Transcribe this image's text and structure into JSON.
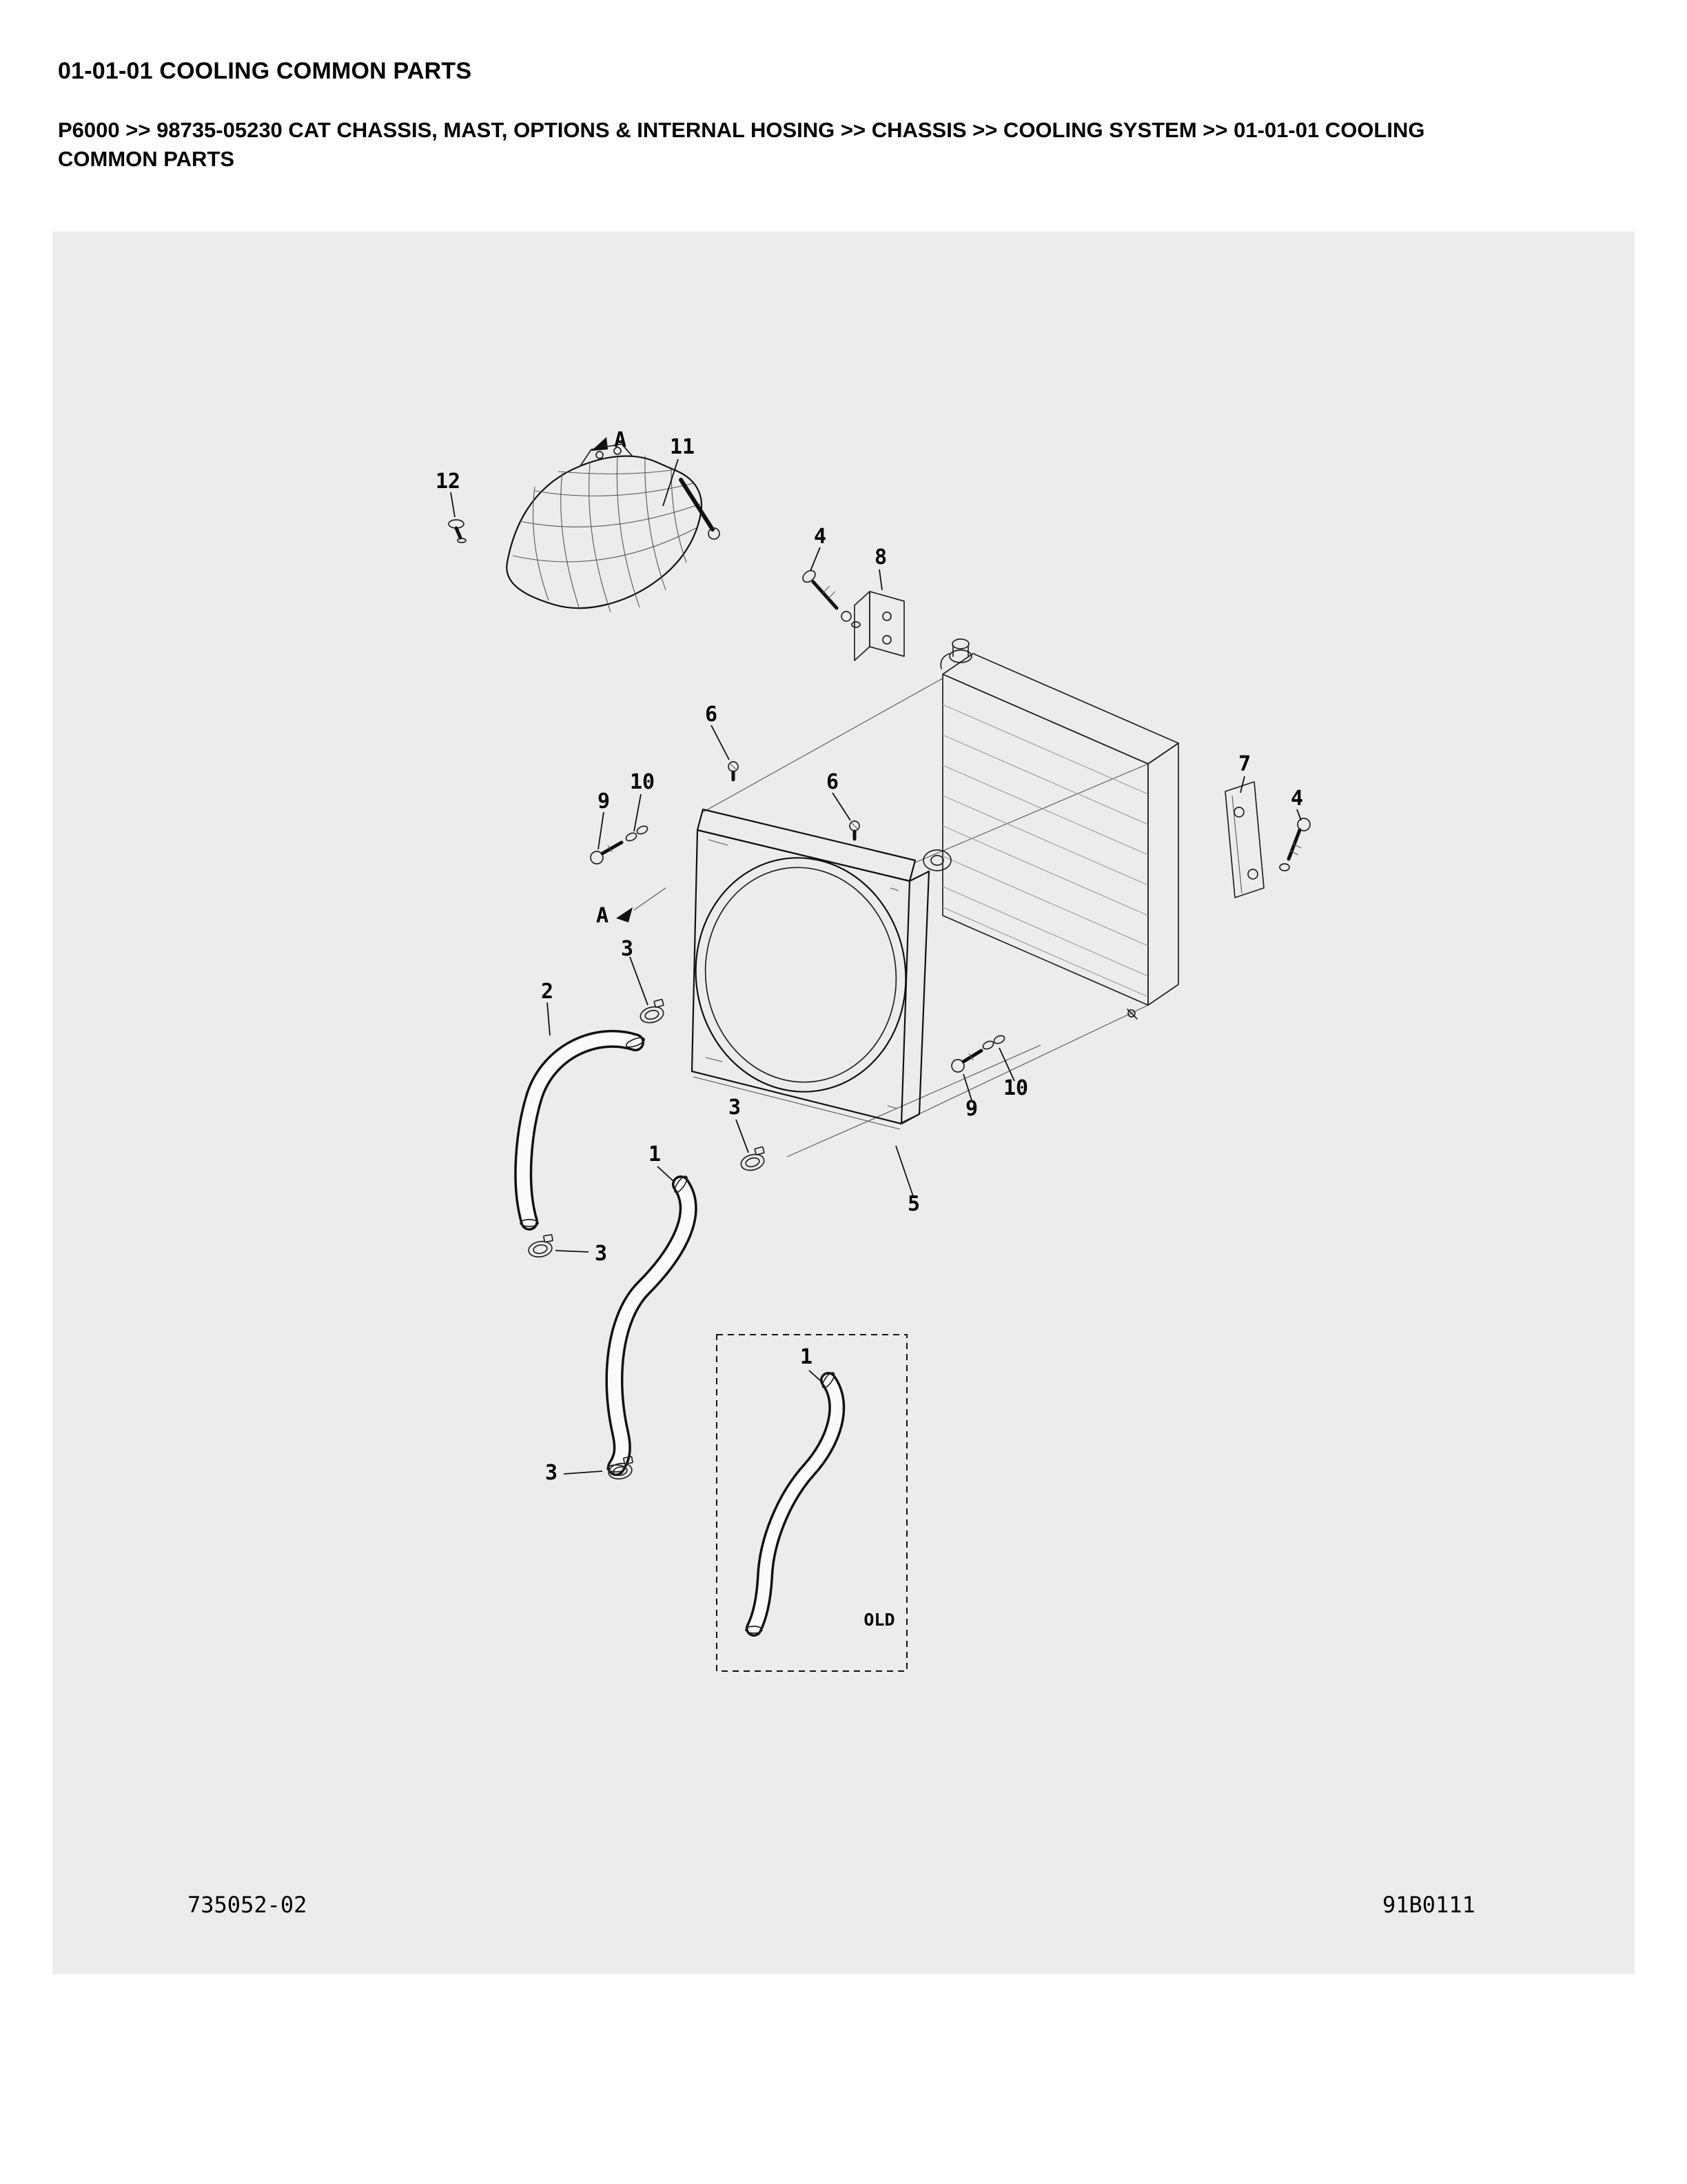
{
  "header": {
    "section_title": "01-01-01 COOLING COMMON PARTS",
    "breadcrumb": "P6000 >> 98735-05230 CAT CHASSIS, MAST, OPTIONS & INTERNAL HOSING >> CHASSIS >> COOLING SYSTEM >> 01-01-01 COOLING COMMON PARTS"
  },
  "diagram": {
    "background_color": "#ececec",
    "line_color": "#111111",
    "callouts": {
      "c12": "12",
      "a_top": "A",
      "c11": "11",
      "c4_top": "4",
      "c8": "8",
      "c6_a": "6",
      "c6_b": "6",
      "c9_left": "9",
      "c10_left": "10",
      "c7": "7",
      "c4_right": "4",
      "a_side": "A",
      "c3_a": "3",
      "c2": "2",
      "c3_b": "3",
      "c1": "1",
      "c3_c": "3",
      "c3_d": "3",
      "c5": "5",
      "c9_right": "9",
      "c10_right": "10",
      "c1_old": "1",
      "old_label": "OLD"
    }
  },
  "footer": {
    "left_code": "735052-02",
    "right_code": "91B0111"
  }
}
